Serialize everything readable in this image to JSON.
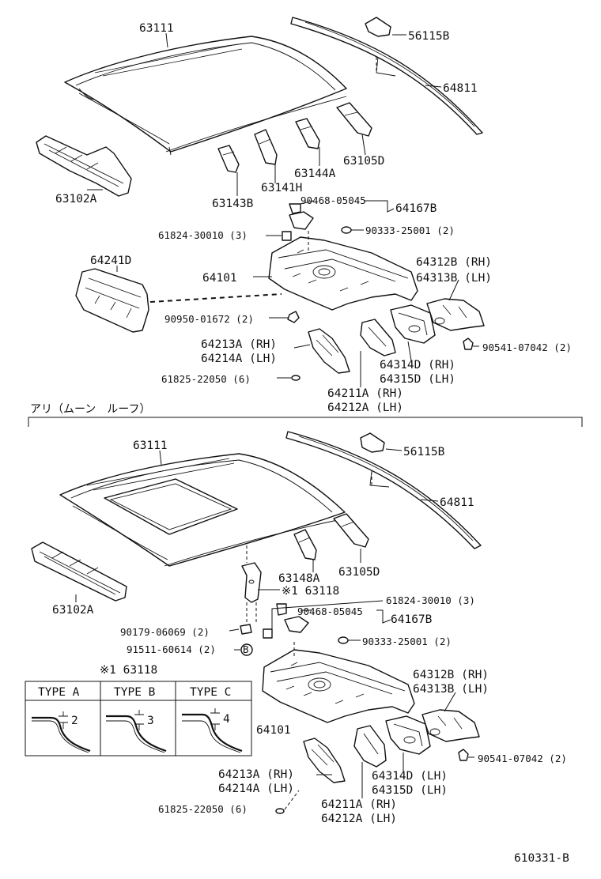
{
  "section_top": {
    "parts": {
      "roof_panel": "63111",
      "roof_emblem": "56115B",
      "back_window_moulding": "64811",
      "roof_bow_rear": "63105D",
      "roof_bow_mid": "63144A",
      "roof_bow_front": "63143B",
      "roof_bow_small": "63141H",
      "front_header": "63102A",
      "nut_clip": "90468-05045",
      "package_tray_bracket": "64167B",
      "cap_3": "61824-30010 (3)",
      "plug_2": "90333-25001 (2)",
      "rear_panel_upper": "64241D",
      "package_tray_panel": "64101",
      "clip_2": "90950-01672 (2)",
      "hinge_rh": "64312B (RH)",
      "hinge_lh": "64313B (LH)",
      "bolt_2": "90541-07042 (2)",
      "brace_rh": "64213A (RH)",
      "brace_lh": "64214A (LH)",
      "support_rh": "64314D (RH)",
      "support_lh": "64315D (LH)",
      "grommet_6": "61825-22050 (6)",
      "gusset_rh": "64211A (RH)",
      "gusset_lh": "64212A (LH)"
    }
  },
  "section_heading": "アリ（ムーン　ルーフ）",
  "section_bottom": {
    "parts": {
      "roof_panel": "63111",
      "roof_emblem": "56115B",
      "back_window_moulding": "64811",
      "roof_bow_mid": "63148A",
      "roof_bow_rear": "63105D",
      "reinforcement": "※1 63118",
      "front_header": "63102A",
      "cap_3": "61824-30010 (3)",
      "nut_clip": "90468-05045",
      "package_tray_bracket": "64167B",
      "cushion_2": "90179-06069 (2)",
      "bolt_b_2": "91511-60614 (2)",
      "plug_2": "90333-25001 (2)",
      "hinge_rh": "64312B (RH)",
      "hinge_lh": "64313B (LH)",
      "package_tray_panel": "64101",
      "bolt_2": "90541-07042 (2)",
      "brace_rh": "64213A (RH)",
      "brace_lh": "64214A (LH)",
      "support_rh": "64314D (LH)",
      "support_lh": "64315D (LH)",
      "gusset_rh": "64211A (RH)",
      "gusset_lh": "64212A (LH)",
      "grommet_6": "61825-22050 (6)"
    },
    "type_table": {
      "title": "※1 63118",
      "columns": [
        {
          "label": "TYPE A",
          "value": "2"
        },
        {
          "label": "TYPE B",
          "value": "3"
        },
        {
          "label": "TYPE C",
          "value": "4"
        }
      ]
    }
  },
  "footer_code": "610331-B"
}
